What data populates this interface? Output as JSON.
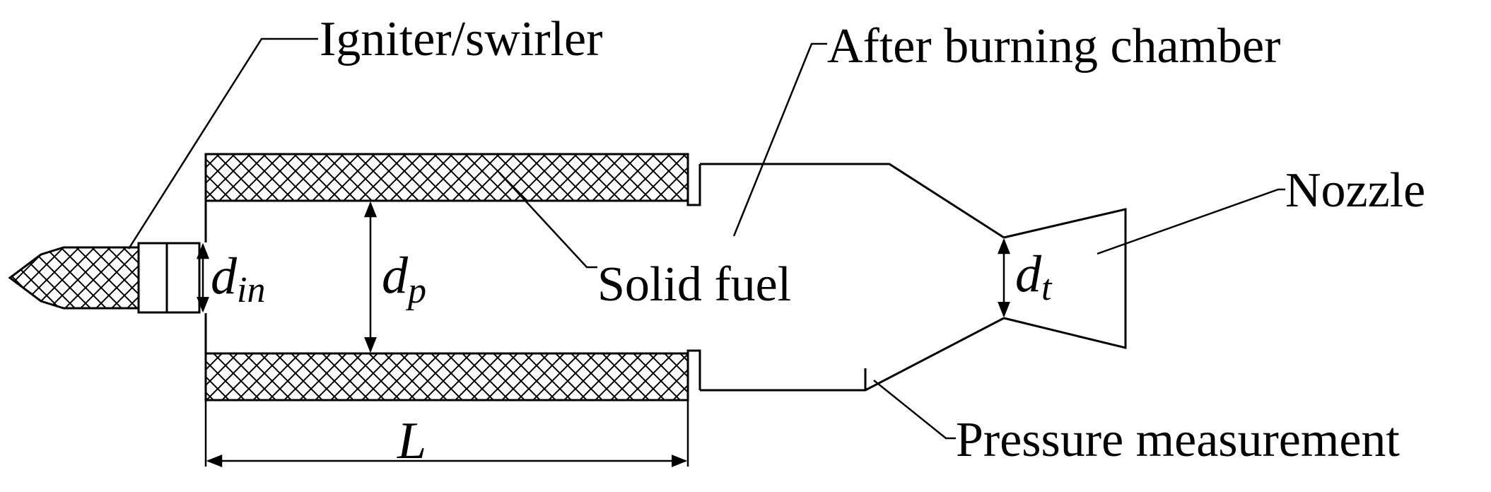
{
  "labels": {
    "igniter": "Igniter/swirler",
    "afterburning": "After burning chamber",
    "nozzle": "Nozzle",
    "solid_fuel": "Solid fuel",
    "pressure": "Pressure measurement"
  },
  "dimensions": {
    "d_in": {
      "main": "d",
      "sub": "in"
    },
    "d_p": {
      "main": "d",
      "sub": "p"
    },
    "d_t": {
      "main": "d",
      "sub": "t"
    },
    "L": "L"
  }
}
